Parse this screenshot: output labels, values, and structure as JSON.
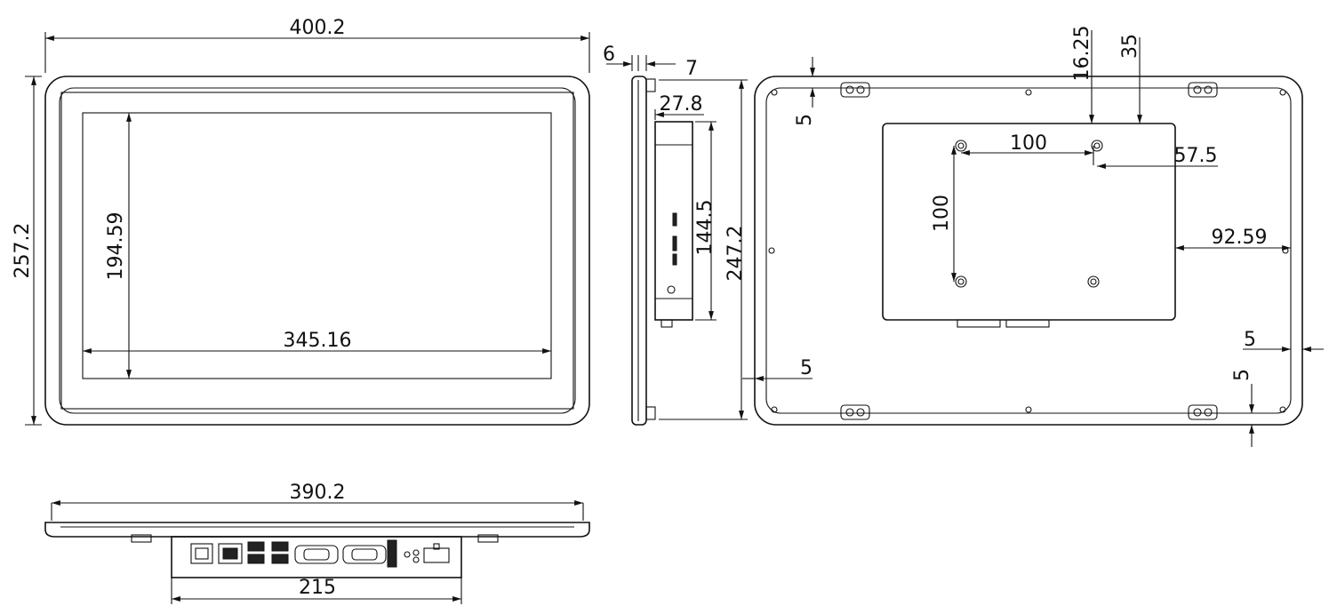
{
  "dimensions": {
    "front_width": "400.2",
    "front_height": "257.2",
    "screen_height": "194.59",
    "screen_width": "345.16",
    "side_bezel": "6",
    "side_depth": "7",
    "side_offset": "27.8",
    "side_box_height": "144.5",
    "side_height": "247.2",
    "back_top": "16.25",
    "back_top_2": "35",
    "back_margin_left": "5",
    "back_vesa_h": "100",
    "back_vesa_v": "100",
    "back_right_offset": "57.5",
    "back_right_offset_2": "92.59",
    "back_right_margin": "5",
    "back_bottom_left": "5",
    "back_bottom_right": "5",
    "bottom_width": "390.2",
    "bottom_box_width": "215"
  }
}
